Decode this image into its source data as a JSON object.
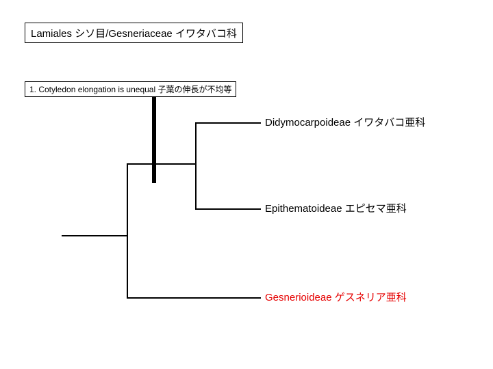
{
  "header": {
    "title": "Lamiales シソ目/Gesneriaceae イワタバコ科"
  },
  "annotation": {
    "label": "1. Cotyledon elongation is unequal 子葉の伸長が不均等"
  },
  "chart_data": {
    "type": "cladogram",
    "title": "Lamiales シソ目/Gesneriaceae イワタバコ科",
    "character_marks": [
      {
        "id": 1,
        "label": "1. Cotyledon elongation is unequal 子葉の伸長が不均等",
        "on_branch": "Didymocarpoideae+Epithematoideae"
      }
    ],
    "topology": "(((Didymocarpoideae, Epithematoideae), Gesnerioideae))",
    "taxa": [
      {
        "label": "Didymocarpoideae イワタバコ亜科",
        "color": "#000000"
      },
      {
        "label": "Epithematoideae エピセマ亜科",
        "color": "#000000"
      },
      {
        "label": "Gesnerioideae ゲスネリア亜科",
        "color": "#e60000"
      }
    ]
  },
  "colors": {
    "line": "#000000",
    "highlight": "#e60000",
    "background": "#ffffff"
  }
}
